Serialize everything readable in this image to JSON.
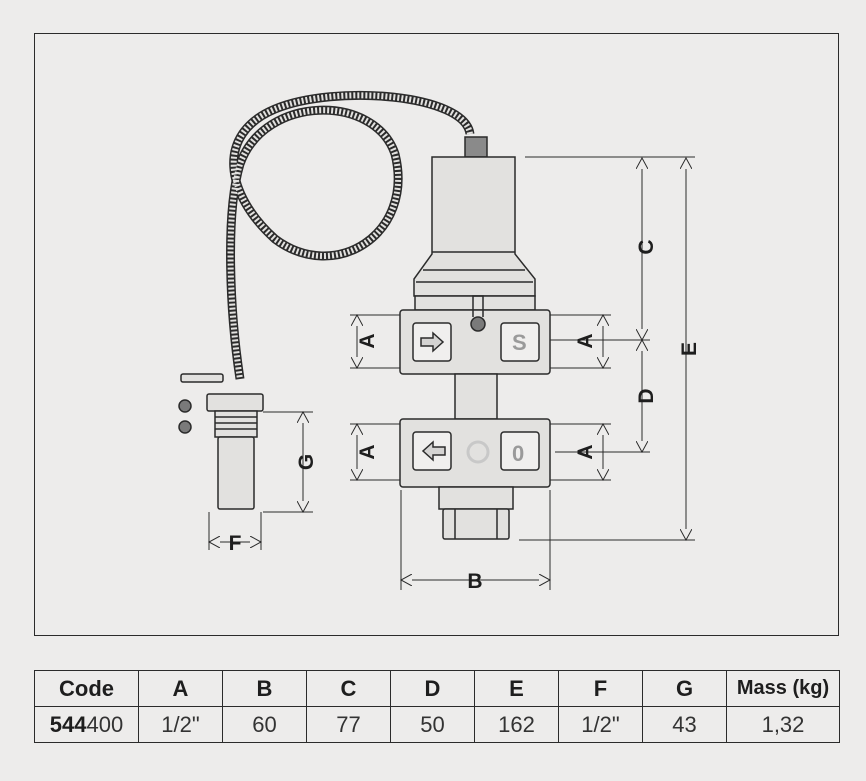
{
  "diagram": {
    "labels": {
      "A": "A",
      "B": "B",
      "C": "C",
      "D": "D",
      "E": "E",
      "F": "F",
      "G": "G"
    },
    "colors": {
      "background": "#edeceb",
      "body": "#e2e1df",
      "line": "#2b2b2b",
      "knob": "#7a7a7a"
    }
  },
  "table": {
    "headers": [
      "Code",
      "A",
      "B",
      "C",
      "D",
      "E",
      "F",
      "G",
      "Mass (kg)"
    ],
    "row": {
      "code_bold": "544",
      "code_rest": "400",
      "values": [
        "1/2\"",
        "60",
        "77",
        "50",
        "162",
        "1/2\"",
        "43",
        "1,32"
      ]
    }
  }
}
